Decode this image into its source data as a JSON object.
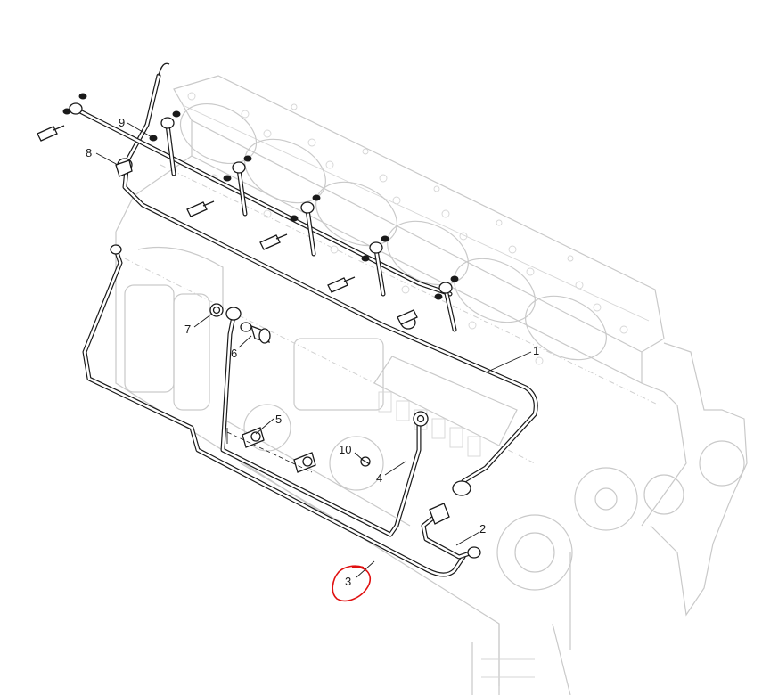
{
  "callouts": [
    {
      "id": "1",
      "label": "1"
    },
    {
      "id": "2",
      "label": "2"
    },
    {
      "id": "3",
      "label": "3"
    },
    {
      "id": "4",
      "label": "4"
    },
    {
      "id": "5",
      "label": "5"
    },
    {
      "id": "6",
      "label": "6"
    },
    {
      "id": "7",
      "label": "7"
    },
    {
      "id": "8",
      "label": "8"
    },
    {
      "id": "9",
      "label": "9"
    },
    {
      "id": "10",
      "label": "10"
    }
  ],
  "highlighted_callout": "3",
  "colors": {
    "line_art": "#1a1a1a",
    "ghost_engine": "#c9c9c9",
    "highlight": "#e01010",
    "background": "#ffffff"
  }
}
